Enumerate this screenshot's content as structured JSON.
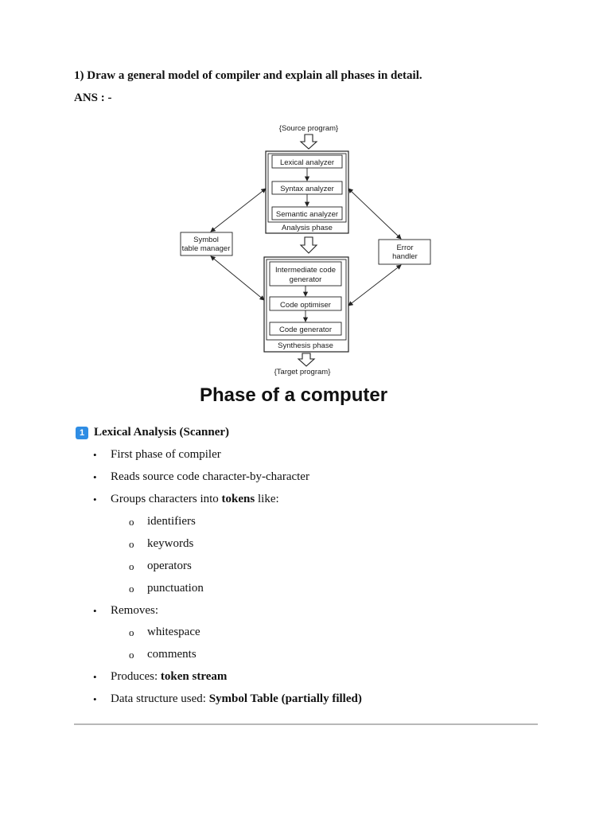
{
  "question": "1) Draw a general model of compiler and explain all phases in detail.",
  "ans_label": "ANS : -",
  "diagram": {
    "source": "{Source program}",
    "target": "{Target program}",
    "analysis": [
      "Lexical analyzer",
      "Syntax analyzer",
      "Semantic analyzer"
    ],
    "analysis_phase": "Analysis phase",
    "synthesis_1a": "Intermediate code",
    "synthesis_1b": "generator",
    "synthesis_2": "Code optimiser",
    "synthesis_3": "Code generator",
    "synthesis_phase": "Synthesis phase",
    "symbol_1": "Symbol",
    "symbol_2": "table manager",
    "error_1": "Error",
    "error_2": "handler"
  },
  "caption": "Phase of a computer",
  "section": {
    "badge": "1",
    "title": "Lexical Analysis (Scanner)",
    "bullet_glyph": "•",
    "sub_glyph": "o",
    "b1": "First phase of compiler",
    "b2": "Reads source code character-by-character",
    "b3_pre": "Groups characters into ",
    "b3_bold": "tokens",
    "b3_post": " like:",
    "tokens": [
      "identifiers",
      "keywords",
      "operators",
      "punctuation"
    ],
    "b4": "Removes:",
    "removes": [
      "whitespace",
      "comments"
    ],
    "b5_pre": "Produces: ",
    "b5_bold": "token stream",
    "b6_pre": "Data structure used: ",
    "b6_bold": "Symbol Table (partially filled)"
  }
}
